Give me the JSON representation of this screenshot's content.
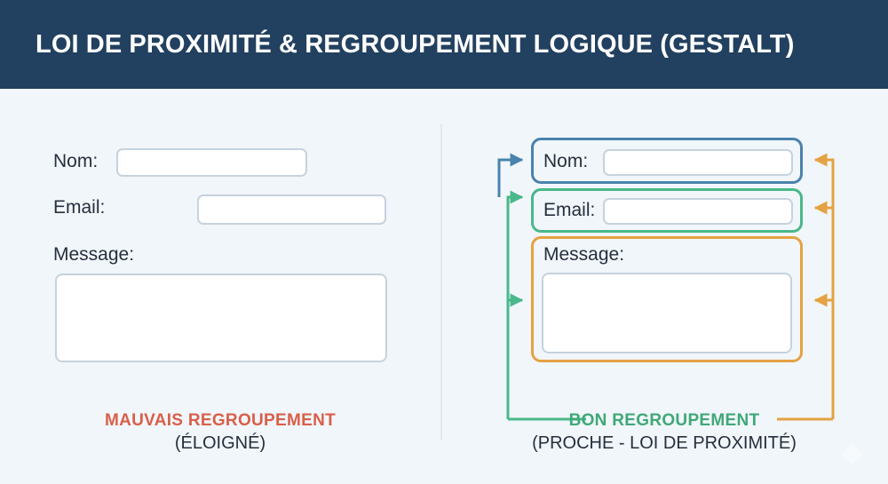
{
  "header": {
    "title": "LOI DE PROXIMITÉ & REGROUPEMENT LOGIQUE (GESTALT)",
    "background_color": "#22405f",
    "text_color": "#ffffff"
  },
  "page": {
    "background_color": "#f1f6fa",
    "divider_color": "#e2e8ef"
  },
  "bad_panel": {
    "caption_main": "MAUVAIS REGROUPEMENT",
    "caption_sub": "(ÉLOIGNÉ)",
    "caption_color": "#d95f4a",
    "fields": [
      {
        "label": "Nom:",
        "value": "",
        "placeholder": ""
      },
      {
        "label": "Email:",
        "value": "",
        "placeholder": ""
      },
      {
        "label": "Message:",
        "value": "",
        "placeholder": ""
      }
    ]
  },
  "good_panel": {
    "caption_main": "BON REGROUPEMENT",
    "caption_sub": "(PROCHE - LOI DE PROXIMITÉ)",
    "caption_color": "#3fa878",
    "groups": [
      {
        "label": "Nom:",
        "value": "",
        "placeholder": "",
        "border_color": "#4a82ac"
      },
      {
        "label": "Email:",
        "value": "",
        "placeholder": "",
        "border_color": "#49b88a"
      },
      {
        "label": "Message:",
        "value": "",
        "placeholder": "",
        "border_color": "#e5a242"
      }
    ]
  },
  "connectors": {
    "left_top_color": "#4a82ac",
    "left_color": "#49b88a",
    "right_color": "#e5a242"
  },
  "watermark": {
    "shape": "diamond-icon",
    "color": "#ffffff"
  }
}
